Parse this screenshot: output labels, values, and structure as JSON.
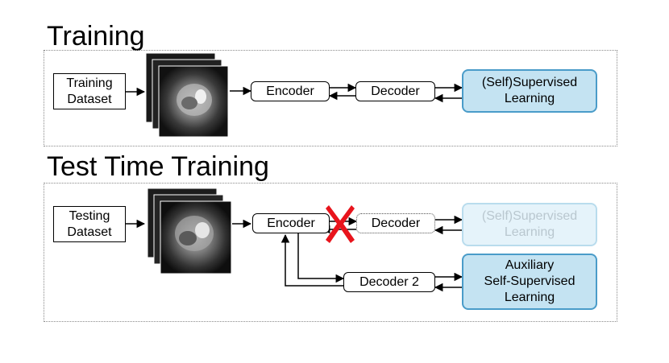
{
  "training": {
    "title": "Training",
    "dataset": "Training\nDataset",
    "encoder": "Encoder",
    "decoder": "Decoder",
    "learning": "(Self)Supervised\nLearning"
  },
  "test_time": {
    "title": "Test Time Training",
    "dataset": "Testing\nDataset",
    "encoder": "Encoder",
    "decoder": "Decoder",
    "learning": "(Self)Supervised\nLearning",
    "decoder2": "Decoder 2",
    "auxiliary": "Auxiliary\nSelf-Supervised\nLearning"
  },
  "colors": {
    "learning_fill": "#c4e3f2",
    "learning_border": "#4a9cc9",
    "cross": "#e8141c"
  },
  "icons": [
    "mri-stack-icon",
    "cross-x-icon"
  ]
}
